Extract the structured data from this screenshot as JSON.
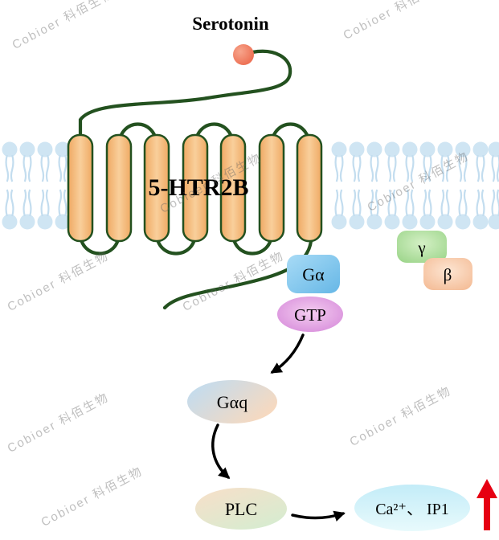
{
  "diagram": {
    "title": "Serotonin",
    "receptor_label": "5-HTR2B",
    "g_alpha_label": "Gα",
    "gtp_label": "GTP",
    "gamma_label": "γ",
    "beta_label": "β",
    "gaq_label": "Gαq",
    "plc_label": "PLC",
    "ca_ip1_label": "Ca²⁺、 IP1"
  },
  "watermark": {
    "text": "Cobioer 科佰生物"
  },
  "colors": {
    "helix_fill": "#f6bb78",
    "outline_green": "#23511f",
    "membrane_head": "#cfe5f3",
    "serotonin_ball": "#ee6f52",
    "g_alpha": "#7fc6ee",
    "gtp": "#dd92dd",
    "gamma": "#a5d994",
    "beta": "#f7c5a2",
    "gaq": "#bcdcf4",
    "plc": "#f8dfc9",
    "ca_ip1": "#c3ecf8",
    "arrow_black": "#000000",
    "arrow_red": "#e60012"
  }
}
